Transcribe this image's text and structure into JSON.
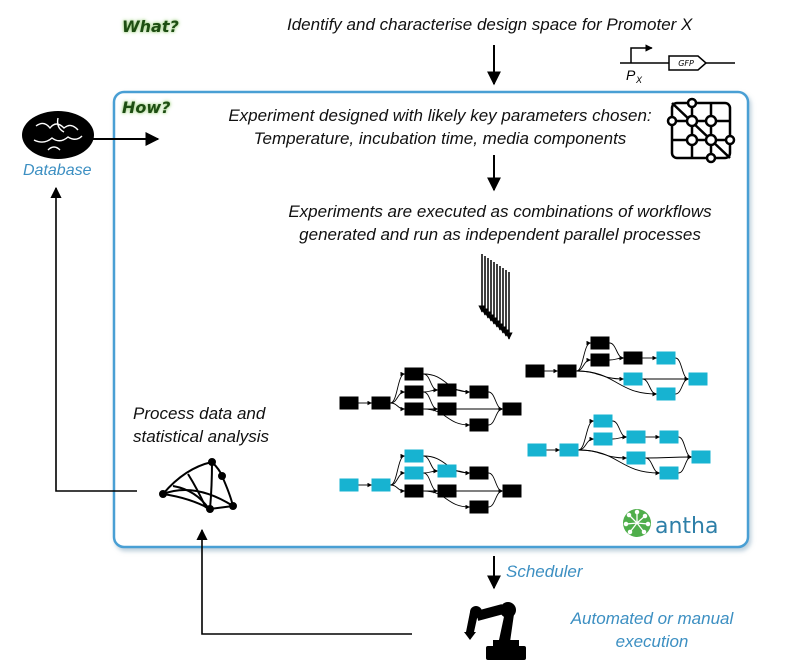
{
  "what_label": "What?",
  "how_label": "How?",
  "goal_text": "Identify and characterise design space for Promoter X",
  "promoter": {
    "label": "P",
    "subscript": "X",
    "gene": "GFP"
  },
  "design_text": [
    "Experiment designed with likely key parameters chosen:",
    "Temperature, incubation time, media components"
  ],
  "execution_text": [
    "Experiments are executed as combinations of workflows",
    "generated and run  as independent parallel processes"
  ],
  "database_label": "Database",
  "analysis_text": [
    "Process data and",
    "statistical analysis"
  ],
  "scheduler_label": "Scheduler",
  "automation_text": [
    "Automated or manual",
    "execution"
  ],
  "brand": "antha",
  "colors": {
    "frame": "#4a9fd4",
    "accent_text": "#3c8fc2",
    "node_black": "#000000",
    "node_cyan": "#17b3d1",
    "brand": "#2e7fa8",
    "brand_logo": "#4fae4b"
  },
  "icons": [
    "brain-icon",
    "network-grid-icon",
    "robot-arm-icon",
    "mesh-icon",
    "antha-logo-icon",
    "promoter-arrow-icon",
    "gfp-gene-icon"
  ]
}
